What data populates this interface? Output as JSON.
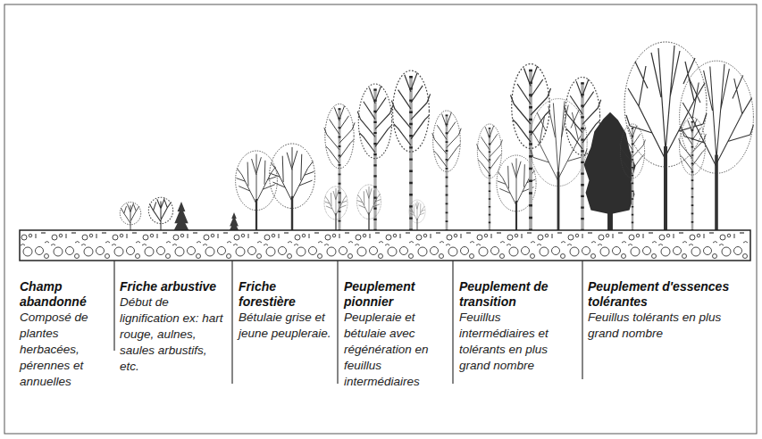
{
  "diagram": {
    "labels": [
      "Champ abandonné",
      "Composé de plantes herbacées, pérennes et annuelles",
      "Friche arbustive",
      "Début de lignification ex: hart rouge, aulnes, saules arbustifs, etc.",
      "Friche forestière",
      "Bétulaie grise et jeune peupleraie.",
      "Peuplement pionnier",
      "Peupleraie et bétulaie avec régénération en feuillus intermédiaires",
      "Peuplement de transition",
      "Feuillus intermédiaires et tolérants en plus grand nombre",
      "Peuplement d'essences tolérantes",
      "Feuillus tolérants en plus grand nombre"
    ]
  }
}
